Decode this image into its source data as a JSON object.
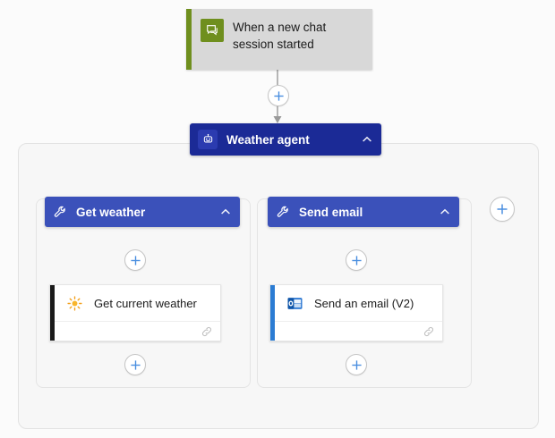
{
  "app": {
    "canvas_name": "agent-flow-designer",
    "background_color": "#fbfbfb"
  },
  "colors": {
    "trigger_accent": "#6f8f1e",
    "trigger_card": "#d8d8d8",
    "agent_header": "#1b2a96",
    "tool_header": "#3b51ba",
    "action_accent_weather": "#1a1a1a",
    "action_accent_email": "#2b7cd3",
    "plus_blue": "#4a8fe0",
    "connector_gray": "#9a9a9a",
    "container_fill": "#f7f7f7",
    "container_border": "#e2e2e2"
  },
  "trigger": {
    "title_line1": "When a new chat",
    "title_line2": "session started",
    "icon": "chat-bubble-icon"
  },
  "agent": {
    "label": "Weather agent",
    "icon": "robot-icon",
    "collapse_icon": "chevron-up-icon",
    "expanded": true
  },
  "branches": [
    {
      "header": {
        "label": "Get weather",
        "icon": "wrench-icon",
        "collapse_icon": "chevron-up-icon"
      },
      "action": {
        "name": "Get current weather",
        "icon": "sun-icon",
        "footer_icon": "link-icon",
        "accent": "#1a1a1a"
      },
      "add_before_label": "+",
      "add_after_label": "+"
    },
    {
      "header": {
        "label": "Send email",
        "icon": "wrench-icon",
        "collapse_icon": "chevron-up-icon"
      },
      "action": {
        "name": "Send an email (V2)",
        "icon": "outlook-icon",
        "footer_icon": "link-icon",
        "accent": "#2b7cd3"
      },
      "add_before_label": "+",
      "add_after_label": "+"
    }
  ],
  "buttons": {
    "add_step_after_trigger": "+",
    "add_branch": "+"
  }
}
